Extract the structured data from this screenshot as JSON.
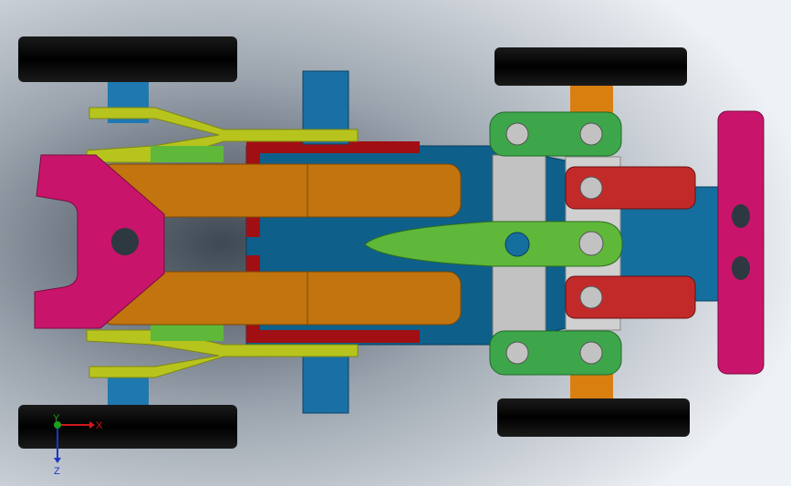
{
  "viewport": {
    "background_colors": [
      "#f2f4f7",
      "#c9d0da",
      "#3e4852"
    ],
    "part_colors": {
      "tire": "#0a0a0a",
      "front_axle": "#1f78b0",
      "rear_axle": "#d97f10",
      "chassis": "#0e5f8a",
      "rail": "#b7c41e",
      "arm": "#5fb83a",
      "body_trim": "#a10f12",
      "bumper": "#c8156b",
      "link_arm": "#c2740e",
      "bracket": "#3ea64a",
      "spacer": "#c2c2c2",
      "hinge": "#c22a2a",
      "plate": "#c8156b"
    }
  },
  "triad": {
    "x_label": "X",
    "y_label": "Y",
    "z_label": "Z",
    "x_color": "#d0191a",
    "y_color": "#1da11d",
    "z_color": "#1a37c8"
  }
}
